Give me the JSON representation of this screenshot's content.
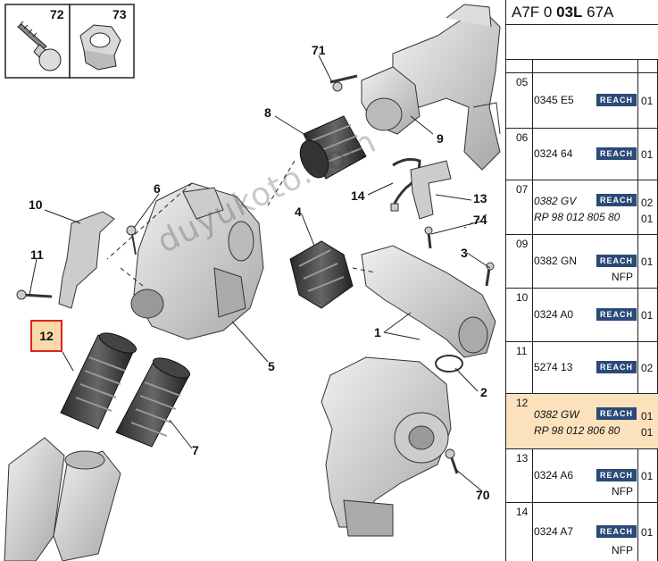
{
  "diagram": {
    "callouts": [
      "72",
      "73",
      "71",
      "8",
      "9",
      "6",
      "10",
      "4",
      "14",
      "13",
      "74",
      "11",
      "3",
      "12",
      "1",
      "5",
      "2",
      "7",
      "70"
    ],
    "highlighted_callout": "12",
    "watermark": "duyukoto.com"
  },
  "panel": {
    "reference": {
      "prefix": "A7F 0 ",
      "bold": "03L",
      "suffix": " 67A"
    },
    "rows": [
      {
        "num": "05",
        "ref": "0345 E5",
        "ref2": "",
        "badge": "REACH",
        "qty": "01",
        "qty2": "",
        "extra": "",
        "italic": false,
        "selected": false
      },
      {
        "num": "06",
        "ref": "0324 64",
        "ref2": "",
        "badge": "REACH",
        "qty": "01",
        "qty2": "",
        "extra": "",
        "italic": false,
        "selected": false
      },
      {
        "num": "07",
        "ref": "0382 GV",
        "ref2": "RP 98 012 805 80",
        "badge": "REACH",
        "qty": "02",
        "qty2": "01",
        "extra": "",
        "italic": true,
        "selected": false
      },
      {
        "num": "09",
        "ref": "0382 GN",
        "ref2": "",
        "badge": "REACH",
        "qty": "01",
        "qty2": "",
        "extra": "NFP",
        "italic": false,
        "selected": false
      },
      {
        "num": "10",
        "ref": "0324 A0",
        "ref2": "",
        "badge": "REACH",
        "qty": "01",
        "qty2": "",
        "extra": "",
        "italic": false,
        "selected": false
      },
      {
        "num": "11",
        "ref": "5274 13",
        "ref2": "",
        "badge": "REACH",
        "qty": "02",
        "qty2": "",
        "extra": "",
        "italic": false,
        "selected": false
      },
      {
        "num": "12",
        "ref": "0382 GW",
        "ref2": "RP 98 012 806 80",
        "badge": "REACH",
        "qty": "01",
        "qty2": "01",
        "extra": "",
        "italic": true,
        "selected": true
      },
      {
        "num": "13",
        "ref": "0324 A6",
        "ref2": "",
        "badge": "REACH",
        "qty": "01",
        "qty2": "",
        "extra": "NFP",
        "italic": false,
        "selected": false
      },
      {
        "num": "14",
        "ref": "0324 A7",
        "ref2": "",
        "badge": "REACH",
        "qty": "01",
        "qty2": "",
        "extra": "NFP",
        "italic": false,
        "selected": false
      }
    ]
  }
}
